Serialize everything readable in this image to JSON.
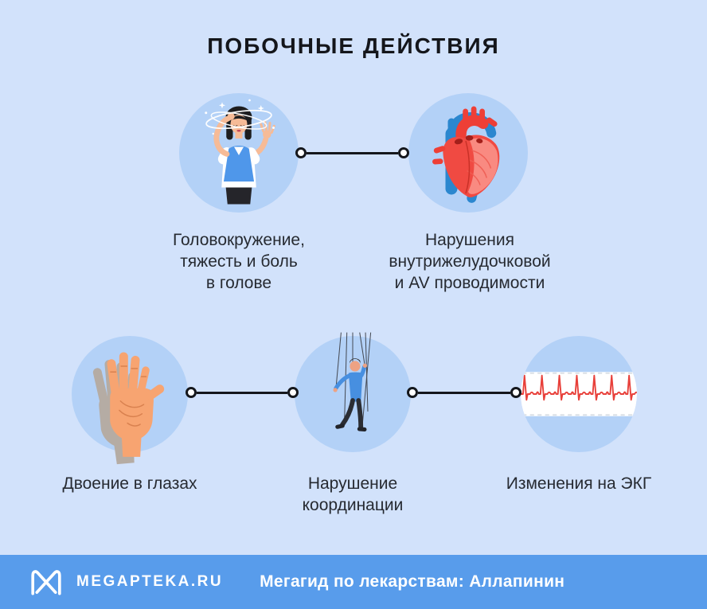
{
  "title": "ПОБОЧНЫЕ ДЕЙСТВИЯ",
  "items": [
    {
      "id": "dizziness",
      "icon": "dizzy-person-icon",
      "label": "Головокружение,\nтяжесть и боль\nв голове"
    },
    {
      "id": "conduction",
      "icon": "anatomical-heart-icon",
      "label": "Нарушения\nвнутрижелудочковой\nи AV проводимости"
    },
    {
      "id": "double-vision",
      "icon": "double-vision-hand-icon",
      "label": "Двоение в глазах"
    },
    {
      "id": "coordination",
      "icon": "marionette-icon",
      "label": "Нарушение\nкоординации"
    },
    {
      "id": "ecg-changes",
      "icon": "ecg-strip-icon",
      "label": "Изменения на ЭКГ"
    }
  ],
  "footer": {
    "brand": "MEGAPTEKA.RU",
    "tagline": "Мегагид по лекарствам: Аллапинин"
  },
  "colors": {
    "background": "#d2e2fb",
    "bubble": "#b3d1f7",
    "connector": "#15171c",
    "title_text": "#14161b",
    "caption_text": "#262a31",
    "footer_bg": "#589ceb",
    "footer_text": "#ffffff",
    "ecg_red": "#e8403a",
    "illustration_blue": "#4f97ea",
    "heart_red": "#f04a42",
    "vessel_blue": "#2b87cf"
  }
}
